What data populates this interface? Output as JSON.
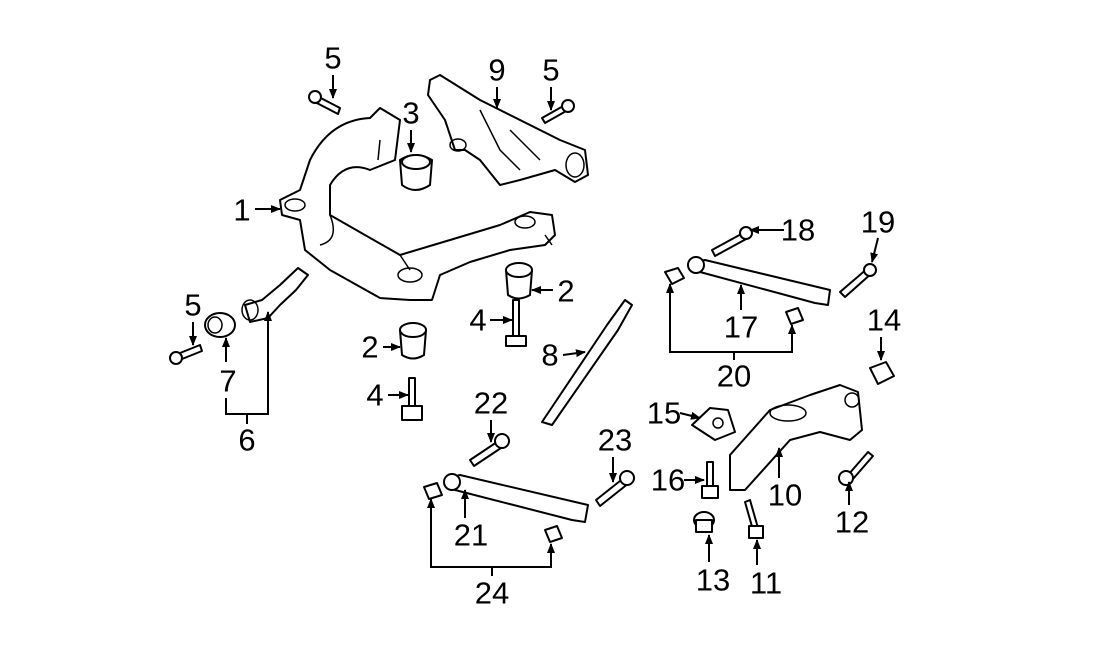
{
  "diagram": {
    "title": "Rear suspension subframe parts diagram",
    "callouts": {
      "c1": "1",
      "c2a": "2",
      "c2b": "2",
      "c3": "3",
      "c4a": "4",
      "c4b": "4",
      "c5a": "5",
      "c5b": "5",
      "c5c": "5",
      "c6": "6",
      "c7": "7",
      "c8": "8",
      "c9": "9",
      "c10": "10",
      "c11": "11",
      "c12": "12",
      "c13": "13",
      "c14": "14",
      "c15": "15",
      "c16": "16",
      "c17": "17",
      "c18": "18",
      "c19": "19",
      "c20": "20",
      "c21": "21",
      "c22": "22",
      "c23": "23",
      "c24": "24"
    },
    "colors": {
      "line": "#000000",
      "background": "#ffffff"
    }
  }
}
